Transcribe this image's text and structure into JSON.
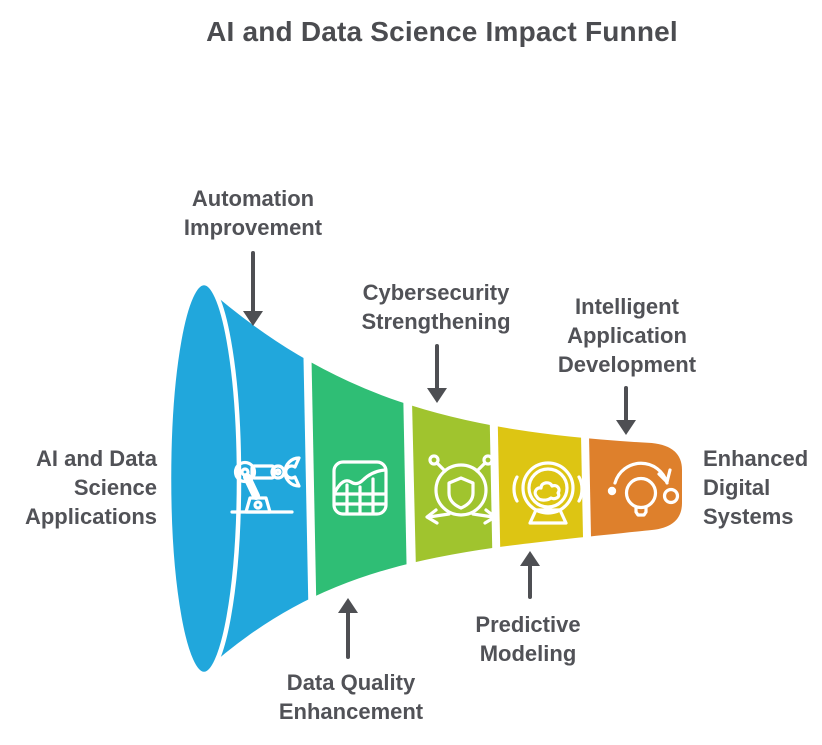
{
  "title": "AI and Data Science Impact Funnel",
  "colors": {
    "background": "#FFFFFF",
    "title_text": "#4B4C50",
    "label_text": "#515257",
    "arrow": "#4E4F53",
    "stage_border": "#FFFFFF",
    "blue": "#21A7DC",
    "green": "#2FBE75",
    "lime": "#A0C42E",
    "yellow": "#DDC513",
    "orange": "#DE802C"
  },
  "funnel": {
    "input_label": "AI and Data\nScience\nApplications",
    "output_label": "Enhanced\nDigital\nSystems",
    "stages": [
      {
        "name": "Automation Improvement",
        "color": "#21A7DC",
        "icon": "robot-arm-icon",
        "callout": "Automation\nImprovement",
        "callout_position": "top"
      },
      {
        "name": "Data Quality Enhancement",
        "color": "#2FBE75",
        "icon": "growth-chart-icon",
        "callout": "Data Quality\nEnhancement",
        "callout_position": "bottom"
      },
      {
        "name": "Cybersecurity Strengthening",
        "color": "#A0C42E",
        "icon": "shield-network-icon",
        "callout": "Cybersecurity\nStrengthening",
        "callout_position": "top"
      },
      {
        "name": "Predictive Modeling",
        "color": "#DDC513",
        "icon": "crystal-ball-icon",
        "callout": "Predictive\nModeling",
        "callout_position": "bottom"
      },
      {
        "name": "Intelligent Application Development",
        "color": "#DE802C",
        "icon": "lightbulb-refresh-icon",
        "callout": "Intelligent\nApplication\nDevelopment",
        "callout_position": "top"
      }
    ]
  }
}
